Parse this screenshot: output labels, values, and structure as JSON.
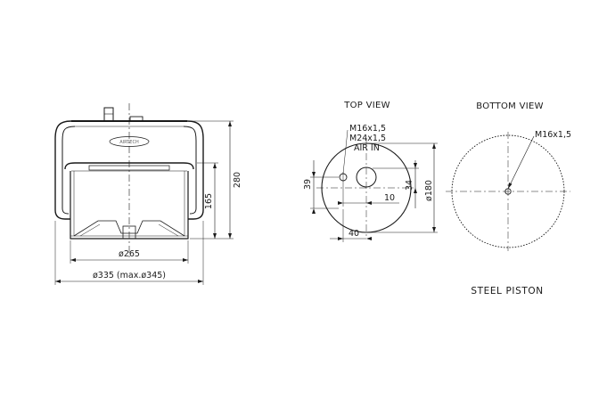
{
  "labels": {
    "top_view": "TOP VIEW",
    "bottom_view": "BOTTOM VIEW",
    "thread_top": "M16x1,5",
    "thread_air": "M24x1,5",
    "air_in": "AIR IN",
    "thread_bottom": "M16x1,5",
    "material": "STEEL PISTON",
    "logo": "AIRTECH"
  },
  "dimensions": {
    "height_total": "280",
    "height_piston": "165",
    "dia_piston": "ø265",
    "dia_bellow": "ø335 (max.ø345)",
    "top_offset_y": "39",
    "top_offset_x": "10",
    "top_spacing_y": "34",
    "top_spacing_x": "40",
    "top_diameter": "ø180"
  }
}
